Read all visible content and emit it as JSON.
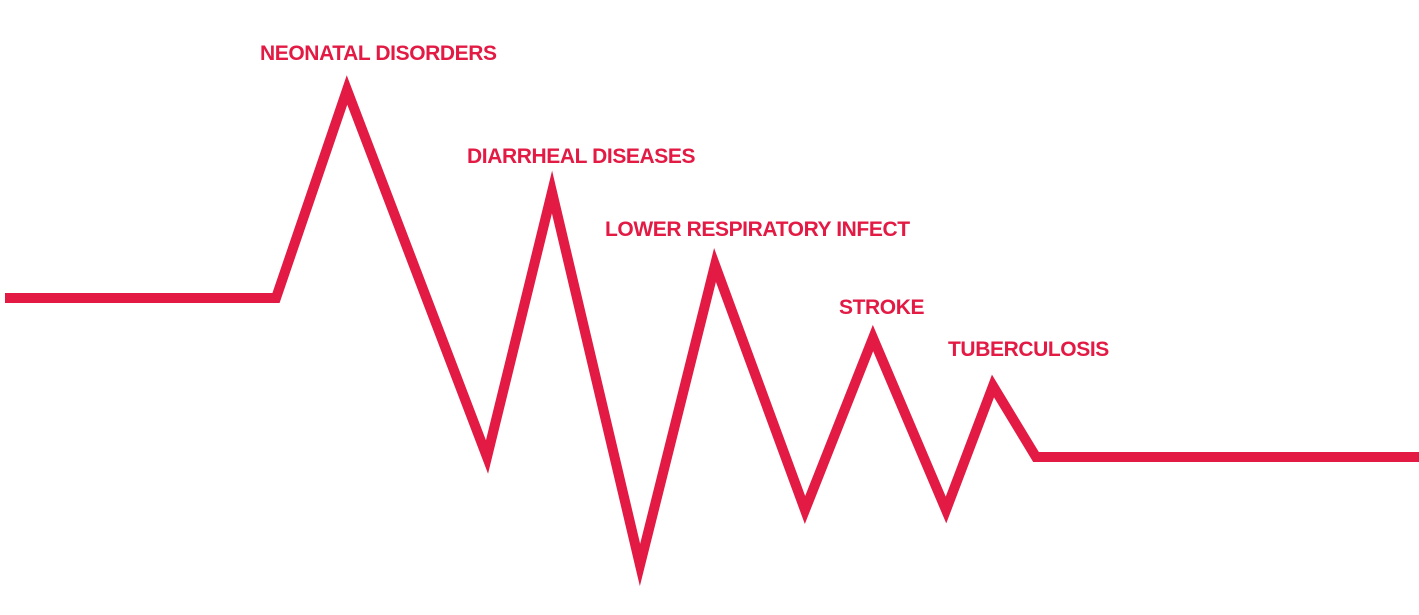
{
  "colors": {
    "line": "#e21a44",
    "label": "#e21a44",
    "background": "#ffffff"
  },
  "peaks": [
    {
      "label": "NEONATAL DISORDERS"
    },
    {
      "label": "DIARRHEAL DISEASES"
    },
    {
      "label": "LOWER RESPIRATORY INFECT"
    },
    {
      "label": "STROKE"
    },
    {
      "label": "TUBERCULOSIS"
    }
  ]
}
